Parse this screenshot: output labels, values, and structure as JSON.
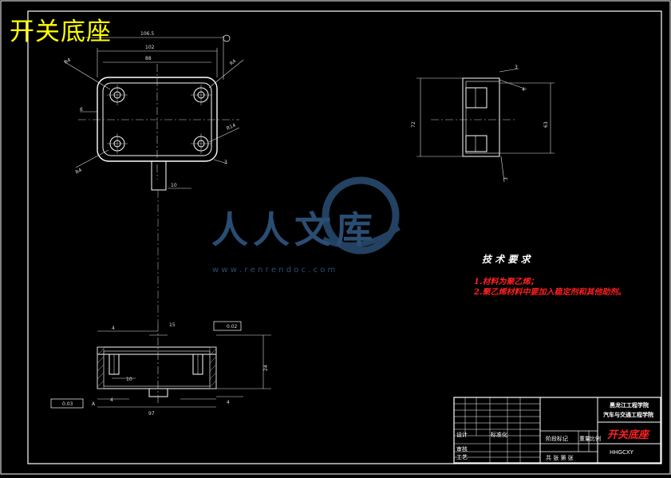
{
  "drawing": {
    "title": "开关底座",
    "watermark_text": "人人文库",
    "watermark_url": "w w w . r e n r e n d o c . c o m"
  },
  "technical_requirements": {
    "heading": "技 术 要 求",
    "items": [
      "1.材料为聚乙烯；",
      "2.聚乙烯材料中要加入稳定剂和其他助剂。"
    ]
  },
  "title_block": {
    "school_line1": "黑龙江工程学院",
    "school_line2": "汽车与交通工程学院",
    "part_name": "开关底座",
    "scale_row": "共 张  第 张",
    "labels": [
      "审核",
      "工艺",
      "设计",
      "标准化",
      "阶段标记",
      "重量",
      "比例"
    ],
    "drawing_no": "HHGCXY"
  },
  "colors": {
    "line": "#ffffff",
    "centerline": "#cccccc",
    "dimension": "#dddddd",
    "title": "#ffff00",
    "requirements": "#ff2020",
    "watermark": "#2a4d73"
  }
}
